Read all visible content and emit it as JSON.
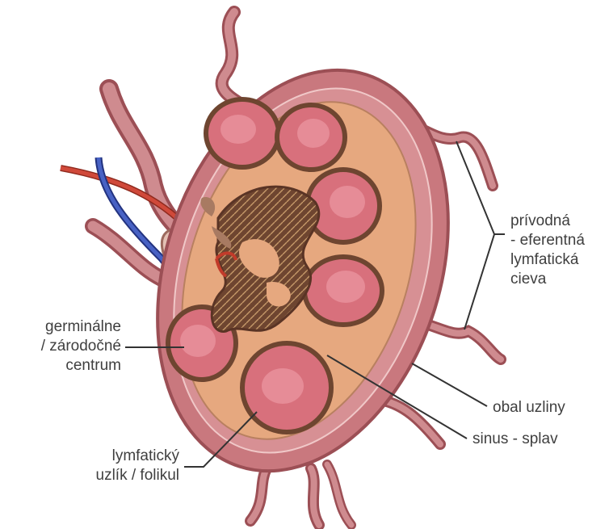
{
  "labels": {
    "afferent_line1": "prívodná",
    "afferent_line2": "- eferentná",
    "afferent_line3": "lymfatická",
    "afferent_line4": "cieva",
    "germinal_line1": "germinálne",
    "germinal_line2": "/ zárodočné",
    "germinal_line3": "centrum",
    "capsule": "obal uzliny",
    "sinus": "sinus - splav",
    "follicle_line1": "lymfatický",
    "follicle_line2": "uzlík / folikul"
  },
  "colors": {
    "capsule": "#c9787e",
    "capsule_edge": "#9c4f55",
    "cortex": "#e6a87f",
    "medulla": "#6e4530",
    "follicle": "#d8707c",
    "germinal_center": "#e68c97",
    "artery": "#c23b2a",
    "vein": "#3a4fae",
    "lymph_vessel": "#b86a6e",
    "leader_line": "#333333"
  }
}
